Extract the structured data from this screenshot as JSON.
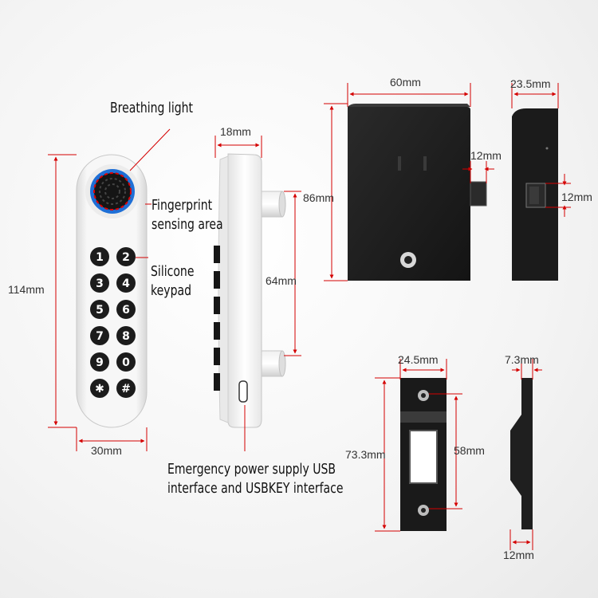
{
  "labels": {
    "breathing_light": "Breathing light",
    "fingerprint_1": "Fingerprint",
    "fingerprint_2": "sensing area",
    "silicone_1": "Silicone",
    "silicone_2": "keypad",
    "usb_1": "Emergency power supply USB",
    "usb_2": "interface and USBKEY interface"
  },
  "keypad": {
    "keys": [
      "1",
      "2",
      "3",
      "4",
      "5",
      "6",
      "7",
      "8",
      "9",
      "0",
      "✱",
      "#"
    ]
  },
  "dimensions": {
    "front_height": "114mm",
    "front_width": "30mm",
    "side_depth": "18mm",
    "bolt_spacing": "64mm",
    "body_height": "86mm",
    "body_width": "60mm",
    "bolt_width": "12mm",
    "body_depth": "23.5mm",
    "side_bolt": "12mm",
    "strike_width": "24.5mm",
    "strike_height": "73.3mm",
    "strike_hole_spacing": "58mm",
    "strike_thickness": "7.3mm",
    "strike_side_width": "12mm"
  },
  "colors": {
    "dimension_line": "#d40000",
    "breathing_light": "#1e6fd6",
    "lock_body": "#1f1f1f",
    "keypad_key": "#1c1c1c"
  }
}
